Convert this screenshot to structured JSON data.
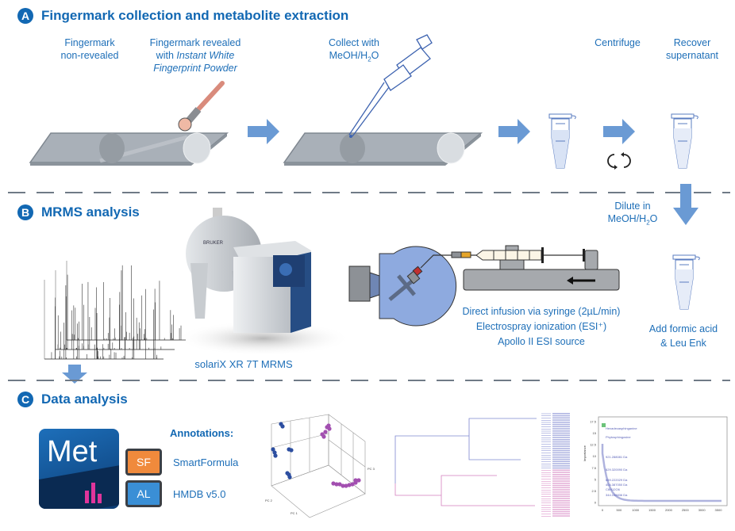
{
  "sections": {
    "a": {
      "badge": "A",
      "title": "Fingermark collection and metabolite extraction"
    },
    "b": {
      "badge": "B",
      "title": "MRMS analysis"
    },
    "c": {
      "badge": "C",
      "title": "Data analysis"
    }
  },
  "step_a": {
    "non_revealed_l1": "Fingermark",
    "non_revealed_l2": "non-revealed",
    "revealed_l1": "Fingermark revealed",
    "revealed_l2a": "with ",
    "revealed_l2b": "Instant White",
    "revealed_l3": "Fingerprint Powder",
    "collect_l1": "Collect with",
    "collect_l2a": "MeOH/H",
    "collect_sub": "2",
    "collect_l2b": "O",
    "centrifuge": "Centrifuge",
    "recover_l1": "Recover",
    "recover_l2": "supernatant"
  },
  "step_b": {
    "dilute_l1": "Dilute in",
    "dilute_l2a": "MeOH/H",
    "dilute_sub": "2",
    "dilute_l2b": "O",
    "instrument": "solariX XR 7T MRMS",
    "instrument_brand": "BRUKER",
    "infusion_l1": "Direct infusion via syringe (2µL/min)",
    "infusion_l2": "Electrospray ionization (ESI⁺)",
    "infusion_l3": "Apollo II ESI source",
    "formic_l1": "Add formic acid",
    "formic_l2": "& Leu Enk"
  },
  "step_c": {
    "app_name": "Met",
    "annotations_title": "Annotations:",
    "tools": [
      {
        "badge": "SF",
        "label": "SmartFormula",
        "color": "#f08a3c"
      },
      {
        "badge": "AL",
        "label": "HMDB v5.0",
        "color": "#3a8fd6"
      }
    ],
    "pca": {
      "axis1": "PC 1",
      "axis2": "PC 2",
      "axis3": "PC 3"
    },
    "importance": {
      "ylabel": "Importance",
      "yticks": [
        "0",
        "2.5",
        "5",
        "7.5",
        "10",
        "12.5",
        "15",
        "17.5"
      ],
      "xticks": [
        "0",
        "500",
        "1000",
        "1500",
        "2000",
        "2500",
        "3000",
        "3500"
      ],
      "labels": [
        "Hexadecasphinganine",
        "Phytosphingosine",
        "921.288081 Da",
        "629.320090 Da",
        "669.222029 Da",
        "404.387050 Da",
        "C6H12O6",
        "344.108836 Da"
      ]
    }
  },
  "colors": {
    "accent": "#1268b3",
    "arrow": "#6a9ad4",
    "group1": "#2c4ea0",
    "group2": "#a24fb0"
  }
}
